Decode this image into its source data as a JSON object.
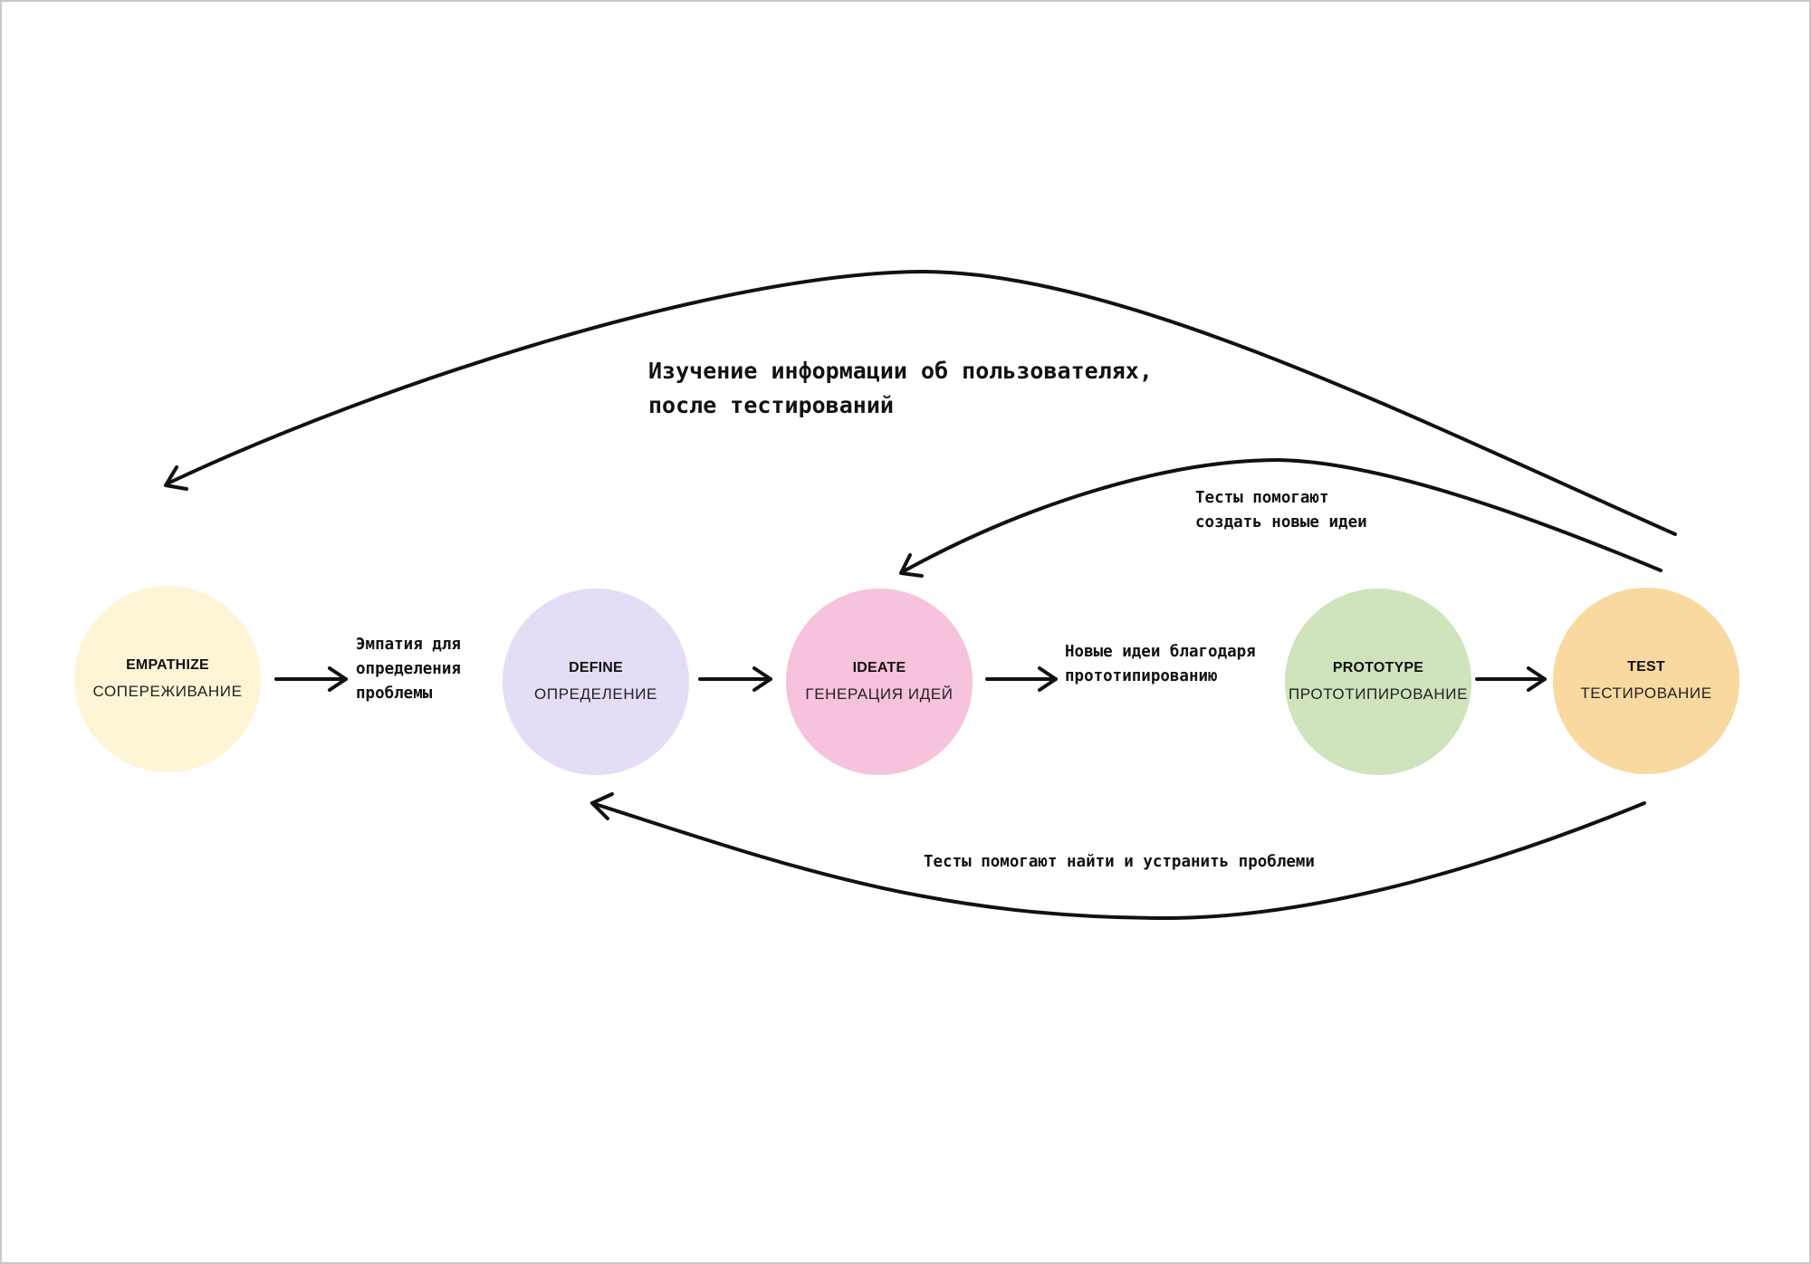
{
  "stages": [
    {
      "id": "empathize",
      "label_en": "EMPATHIZE",
      "label_ru": "СОПЕРЕЖИВАНИЕ",
      "color": "#fdf5d6"
    },
    {
      "id": "define",
      "label_en": "DEFINE",
      "label_ru": "ОПРЕДЕЛЕНИЕ",
      "color": "#e5dcf6"
    },
    {
      "id": "ideate",
      "label_en": "IDEATE",
      "label_ru": "ГЕНЕРАЦИЯ ИДЕЙ",
      "color": "#f7c2dc"
    },
    {
      "id": "prototype",
      "label_en": "PROTOTYPE",
      "label_ru": "ПРОТОТИПИРОВАНИЕ",
      "color": "#cfe3bd"
    },
    {
      "id": "test",
      "label_en": "TEST",
      "label_ru": "ТЕСТИРОВАНИЕ",
      "color": "#f9d99f"
    }
  ],
  "notes": {
    "research_loop": [
      "Изучение информации об пользователях,",
      "после тестирований"
    ],
    "tests_ideas": [
      "Тесты помогают",
      "создать новые идеи"
    ],
    "empathy_define": [
      "Эмпатия для",
      "определения",
      "проблемы"
    ],
    "new_ideas": [
      "Новые идеи благодаря",
      "прототипированию"
    ],
    "tests_problems": [
      "Тесты помогают найти и устранить проблеми"
    ]
  },
  "style": {
    "arrow_color": "#111111"
  }
}
